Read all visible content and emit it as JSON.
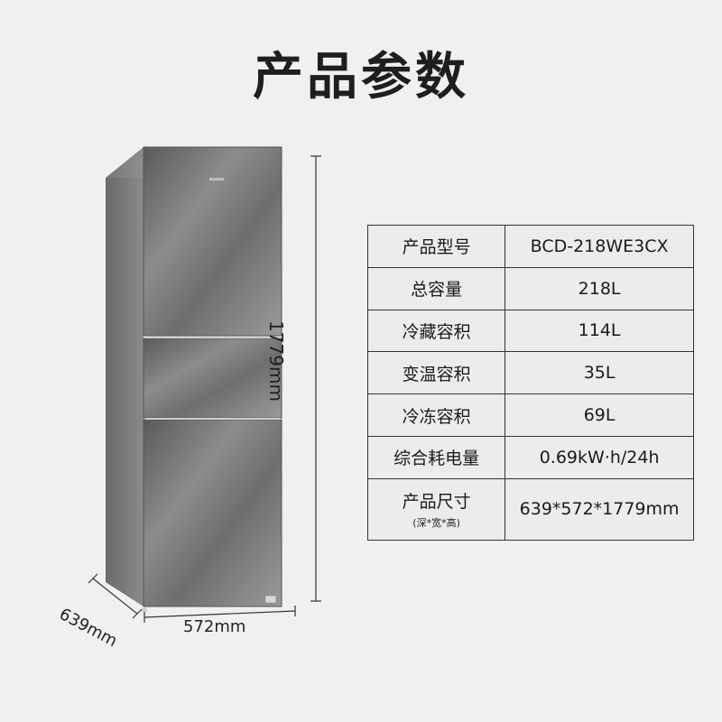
{
  "title": "产品参数",
  "dimensions": {
    "height": "1779mm",
    "width": "572mm",
    "depth": "639mm"
  },
  "specs": [
    {
      "label": "产品型号",
      "value": "BCD-218WE3CX"
    },
    {
      "label": "总容量",
      "value": "218L"
    },
    {
      "label": "冷藏容积",
      "value": "114L"
    },
    {
      "label": "变温容积",
      "value": "35L"
    },
    {
      "label": "冷冻容积",
      "value": "69L"
    },
    {
      "label": "综合耗电量",
      "value": "0.69kW·h/24h"
    },
    {
      "label": "产品尺寸",
      "sublabel": "(深*宽*高)",
      "value": "639*572*1779mm"
    }
  ],
  "colors": {
    "background": "#f0f0f0",
    "table_border": "#333333",
    "fridge_body": "#7a7a7a"
  }
}
